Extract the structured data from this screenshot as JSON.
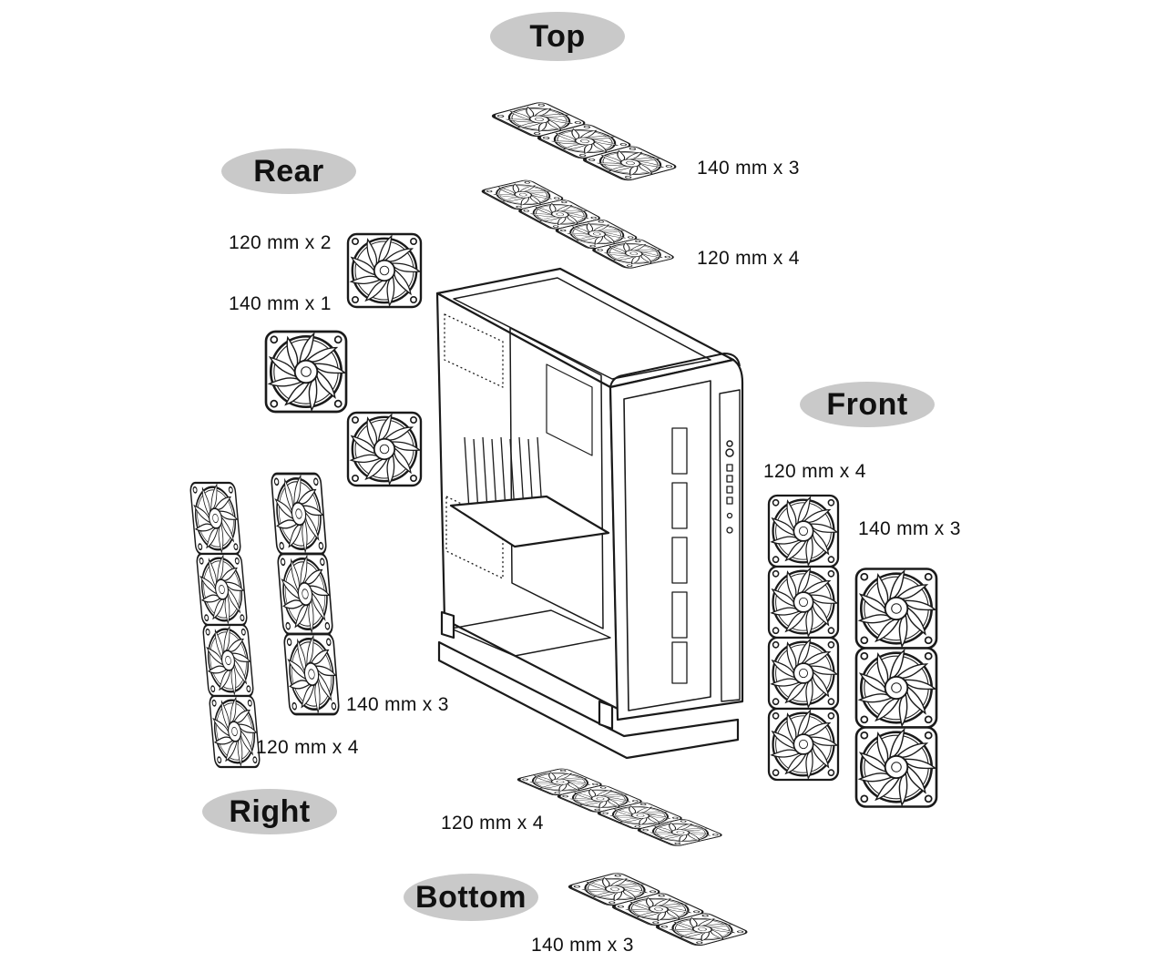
{
  "positions": {
    "top": {
      "label": "Top",
      "specs": [
        "140 mm x 3",
        "120 mm x 4"
      ]
    },
    "rear": {
      "label": "Rear",
      "specs": [
        "120 mm x 2",
        "140 mm x 1"
      ]
    },
    "front": {
      "label": "Front",
      "specs": [
        "120 mm x 4",
        "140 mm x 3"
      ]
    },
    "right": {
      "label": "Right",
      "specs": [
        "140 mm x 3",
        "120 mm x 4"
      ]
    },
    "bottom": {
      "label": "Bottom",
      "specs": [
        "120 mm x 4",
        "140 mm x 3"
      ]
    }
  },
  "colors": {
    "line": "#1a1a1a",
    "pill": "#c9c9c9",
    "background": "#ffffff"
  }
}
